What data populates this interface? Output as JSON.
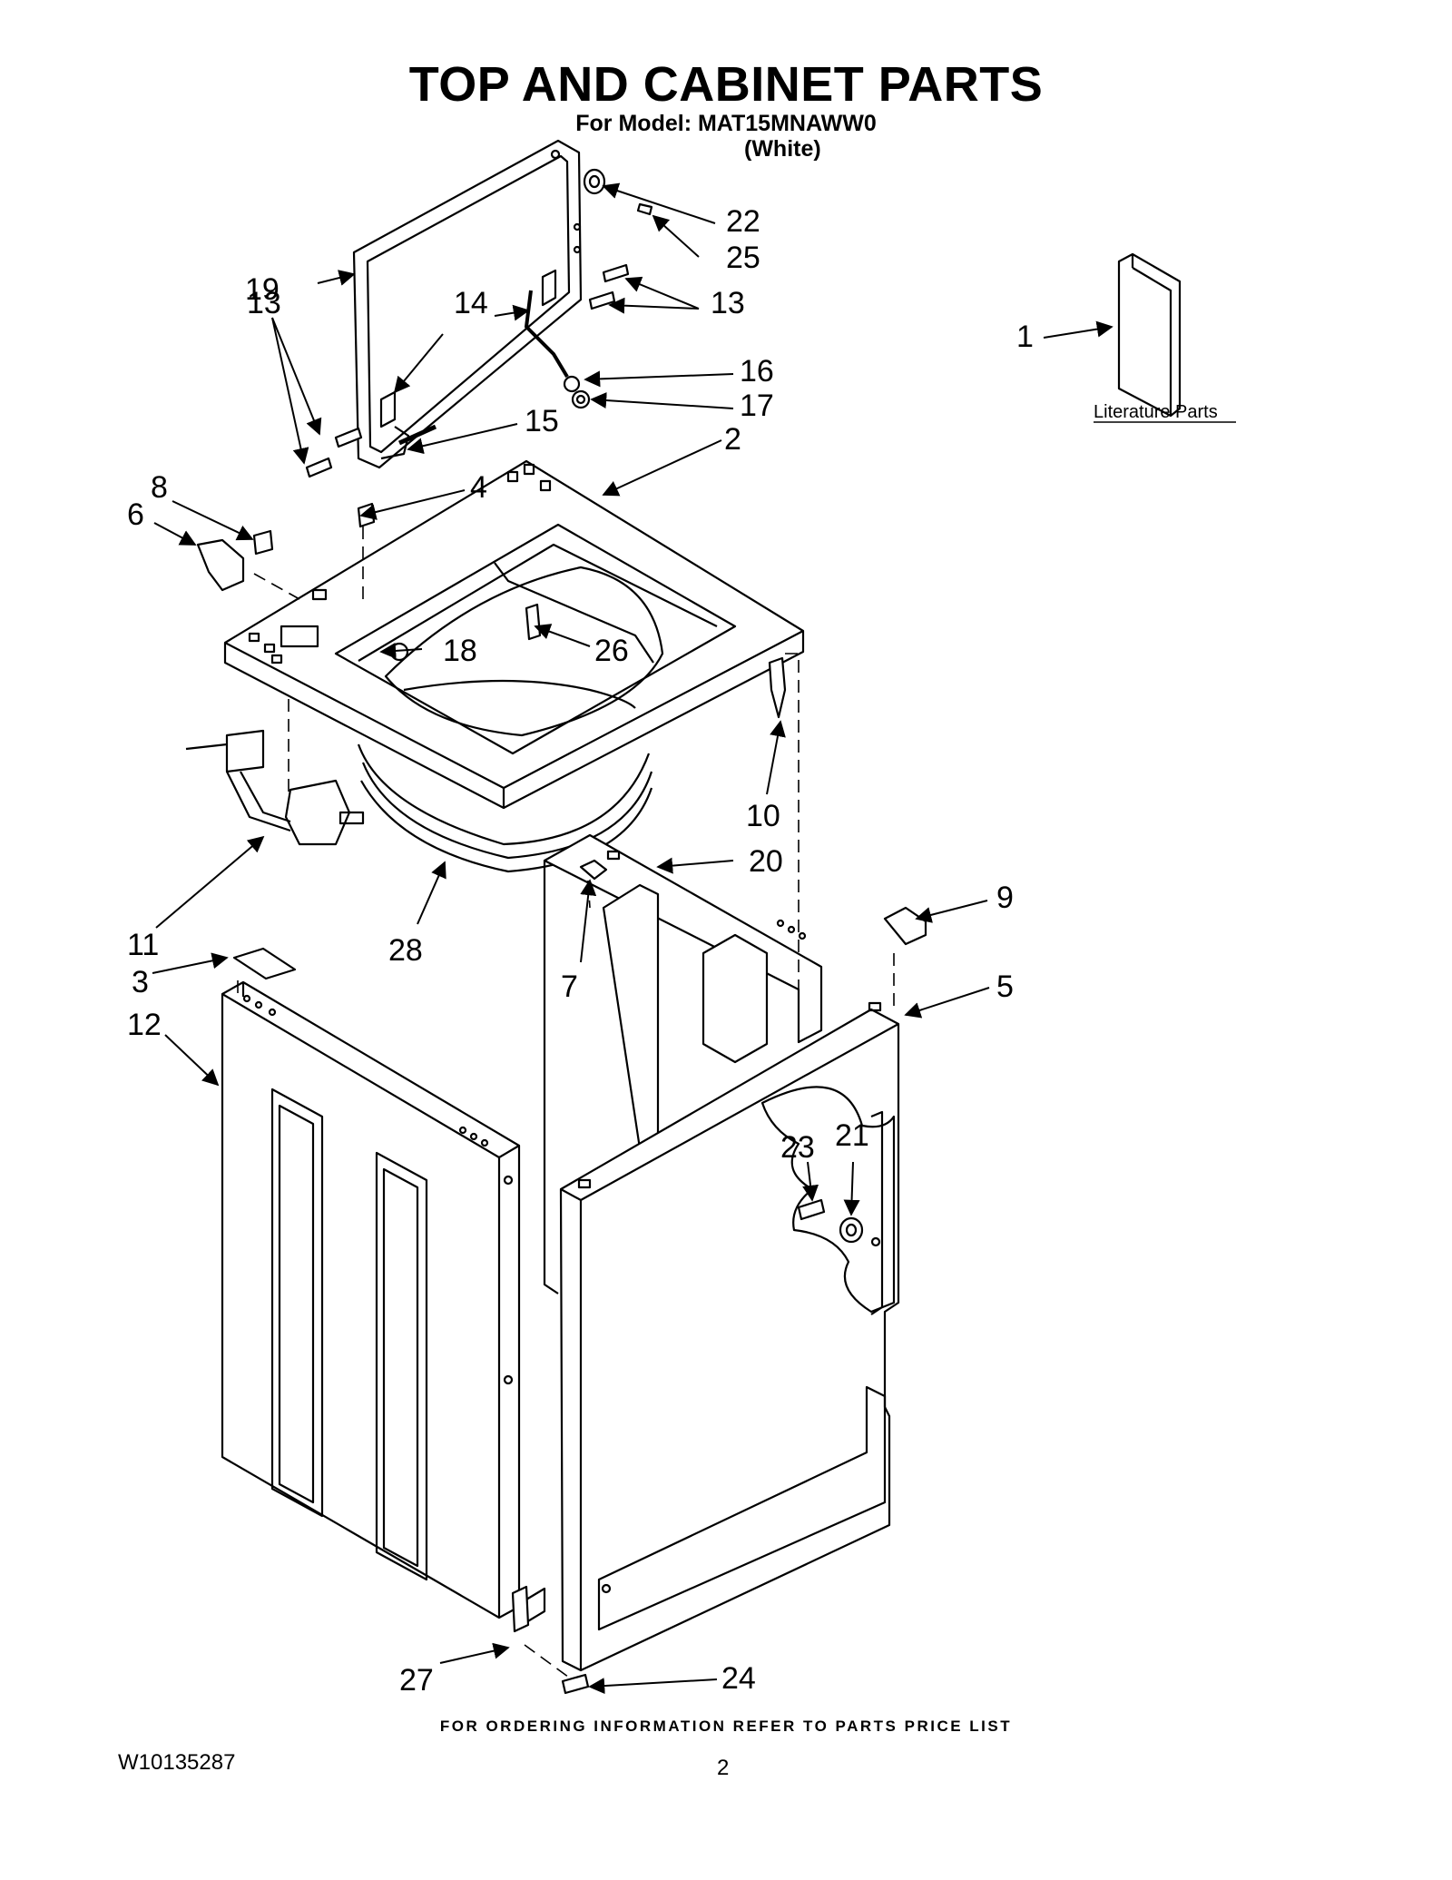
{
  "header": {
    "title": "TOP AND CABINET PARTS",
    "model_line": "For Model: MAT15MNAWW0",
    "color_line": "(White)"
  },
  "footer": {
    "ordering_note": "FOR ORDERING INFORMATION REFER TO PARTS PRICE LIST",
    "document_number": "W10135287",
    "page_number": "2"
  },
  "literature": {
    "label": "Literature Parts"
  },
  "callouts": [
    {
      "id": "c1",
      "label": "1"
    },
    {
      "id": "c2",
      "label": "2"
    },
    {
      "id": "c3",
      "label": "3"
    },
    {
      "id": "c4",
      "label": "4"
    },
    {
      "id": "c5",
      "label": "5"
    },
    {
      "id": "c6",
      "label": "6"
    },
    {
      "id": "c7",
      "label": "7"
    },
    {
      "id": "c8",
      "label": "8"
    },
    {
      "id": "c9",
      "label": "9"
    },
    {
      "id": "c10",
      "label": "10"
    },
    {
      "id": "c11",
      "label": "11"
    },
    {
      "id": "c12",
      "label": "12"
    },
    {
      "id": "c13a",
      "label": "13"
    },
    {
      "id": "c13b",
      "label": "13"
    },
    {
      "id": "c14",
      "label": "14"
    },
    {
      "id": "c15",
      "label": "15"
    },
    {
      "id": "c16",
      "label": "16"
    },
    {
      "id": "c17",
      "label": "17"
    },
    {
      "id": "c18",
      "label": "18"
    },
    {
      "id": "c19",
      "label": "19"
    },
    {
      "id": "c20",
      "label": "20"
    },
    {
      "id": "c21",
      "label": "21"
    },
    {
      "id": "c22",
      "label": "22"
    },
    {
      "id": "c23",
      "label": "23"
    },
    {
      "id": "c24",
      "label": "24"
    },
    {
      "id": "c25",
      "label": "25"
    },
    {
      "id": "c26",
      "label": "26"
    },
    {
      "id": "c27",
      "label": "27"
    },
    {
      "id": "c28",
      "label": "28"
    }
  ]
}
